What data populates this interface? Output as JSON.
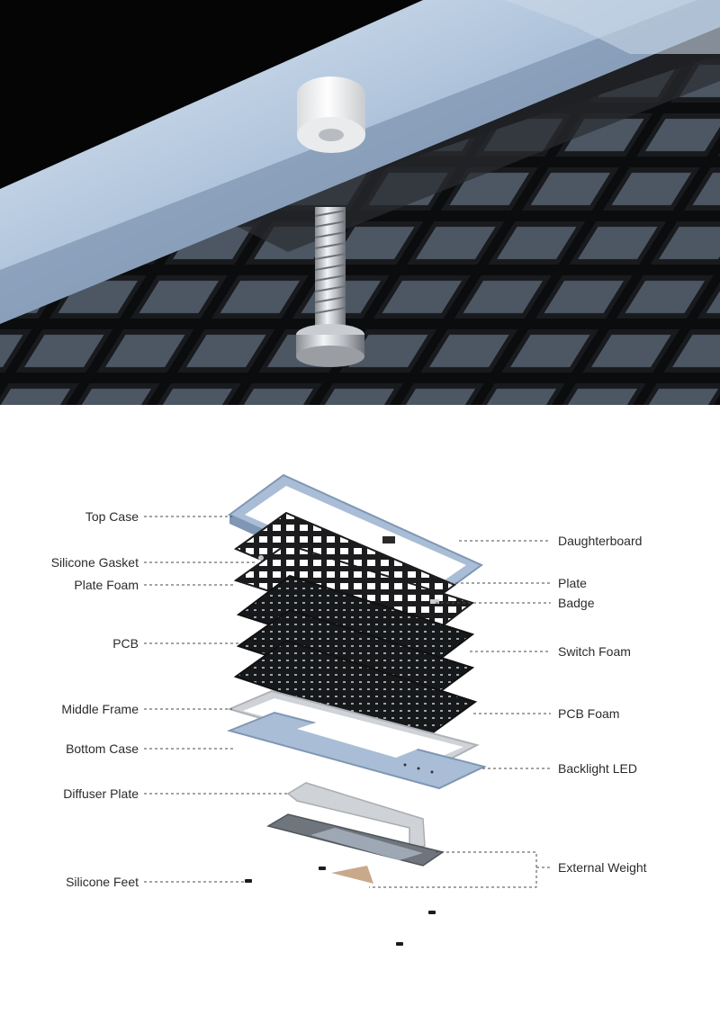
{
  "hero": {
    "icons": [
      "gasket-mount-screw-icon"
    ]
  },
  "colors": {
    "case_blue": "#a9bdd6",
    "case_blue_dark": "#7f96b4",
    "plate_black": "#1c1c1e",
    "frame_grey": "#cfd2d6",
    "weight_tan": "#c8a98a",
    "leader_line": "#4a4a4a"
  },
  "diagram": {
    "left_labels": [
      "Top Case",
      "Silicone Gasket",
      "Plate Foam",
      "PCB",
      "Middle Frame",
      "Bottom Case",
      "Diffuser Plate",
      "Silicone Feet"
    ],
    "right_labels": [
      "Daughterboard",
      "Plate",
      "Badge",
      "Switch Foam",
      "PCB Foam",
      "Backlight LED",
      "External Weight"
    ]
  }
}
